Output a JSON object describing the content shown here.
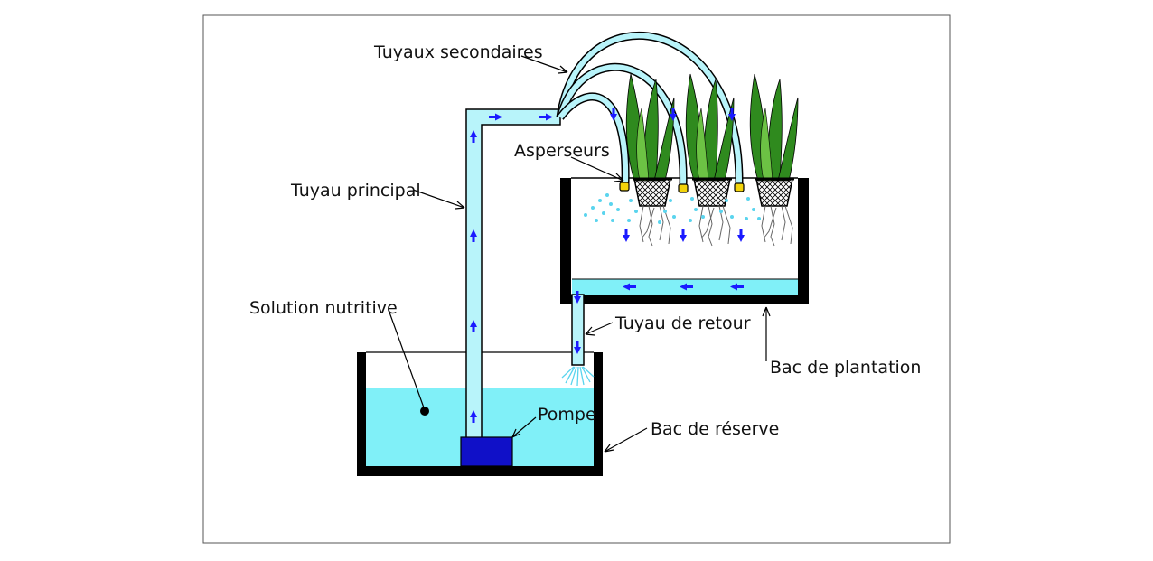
{
  "diagram": {
    "labels": {
      "secondary_pipes": "Tuyaux secondaires",
      "sprinklers": "Asperseurs",
      "main_pipe": "Tuyau principal",
      "nutrient_solution": "Solution nutritive",
      "return_pipe": "Tuyau de retour",
      "grow_tray": "Bac de plantation",
      "pump": "Pompe",
      "reservoir": "Bac de réserve"
    },
    "colors": {
      "water": "#80f0f8",
      "pipe_fill": "#b8f4fa",
      "arrow": "#1a1aff",
      "pump": "#1010c8",
      "plant": "#2f8a1e",
      "plant_light": "#6cc244",
      "nozzle": "#f3d40a",
      "frame": "#000000",
      "roots": "#666666",
      "spray": "#5ad4ee"
    },
    "icons": [
      "flow-arrow-icon",
      "plant-icon",
      "sprinkler-icon",
      "net-pot-icon",
      "pump-icon",
      "root-icon"
    ]
  }
}
